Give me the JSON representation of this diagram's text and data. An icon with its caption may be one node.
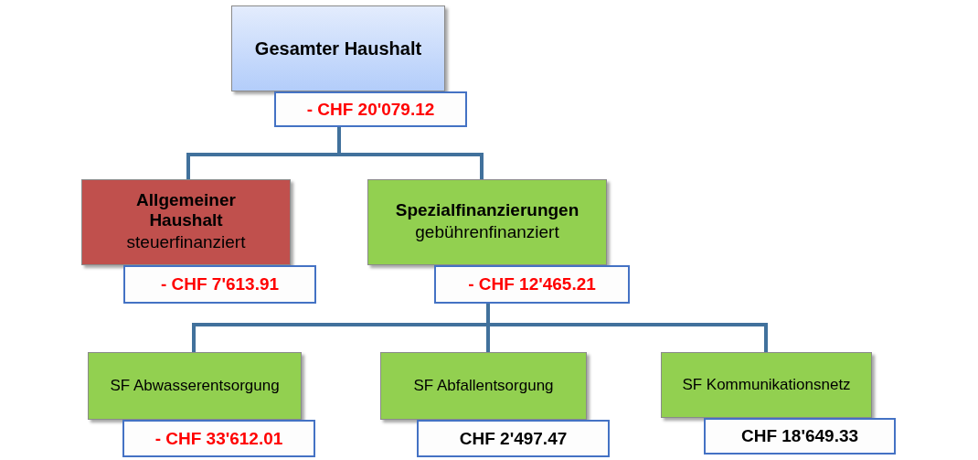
{
  "diagram": {
    "nodes": [
      {
        "text": [
          "Gesamter Haushalt"
        ]
      },
      {
        "text": [
          "- CHF 20'079.12"
        ]
      },
      {
        "text": [
          "Allgemeiner Haushalt",
          "steuerfinanziert"
        ]
      },
      {
        "text": [
          "- CHF 7'613.91"
        ]
      },
      {
        "text": [
          "Spezialfinanzierungen",
          "gebührenfinanziert"
        ]
      },
      {
        "text": [
          "- CHF 12'465.21"
        ]
      },
      {
        "text": [
          "SF Abwasserentsorgung"
        ]
      },
      {
        "text": [
          "- CHF 33'612.01"
        ]
      },
      {
        "text": [
          "SF Abfallentsorgung"
        ]
      },
      {
        "text": [
          "CHF 2'497.47"
        ]
      },
      {
        "text": [
          "SF Kommunikationsnetz"
        ]
      },
      {
        "text": [
          "CHF 18'649.33"
        ]
      }
    ],
    "edges": [
      {
        "from": 1,
        "to": 2,
        "arrow": "none"
      },
      {
        "from": 1,
        "to": 4,
        "arrow": "none"
      },
      {
        "from": 5,
        "to": 6,
        "arrow": "none"
      },
      {
        "from": 5,
        "to": 8,
        "arrow": "none"
      },
      {
        "from": 5,
        "to": 10,
        "arrow": "none"
      }
    ]
  }
}
